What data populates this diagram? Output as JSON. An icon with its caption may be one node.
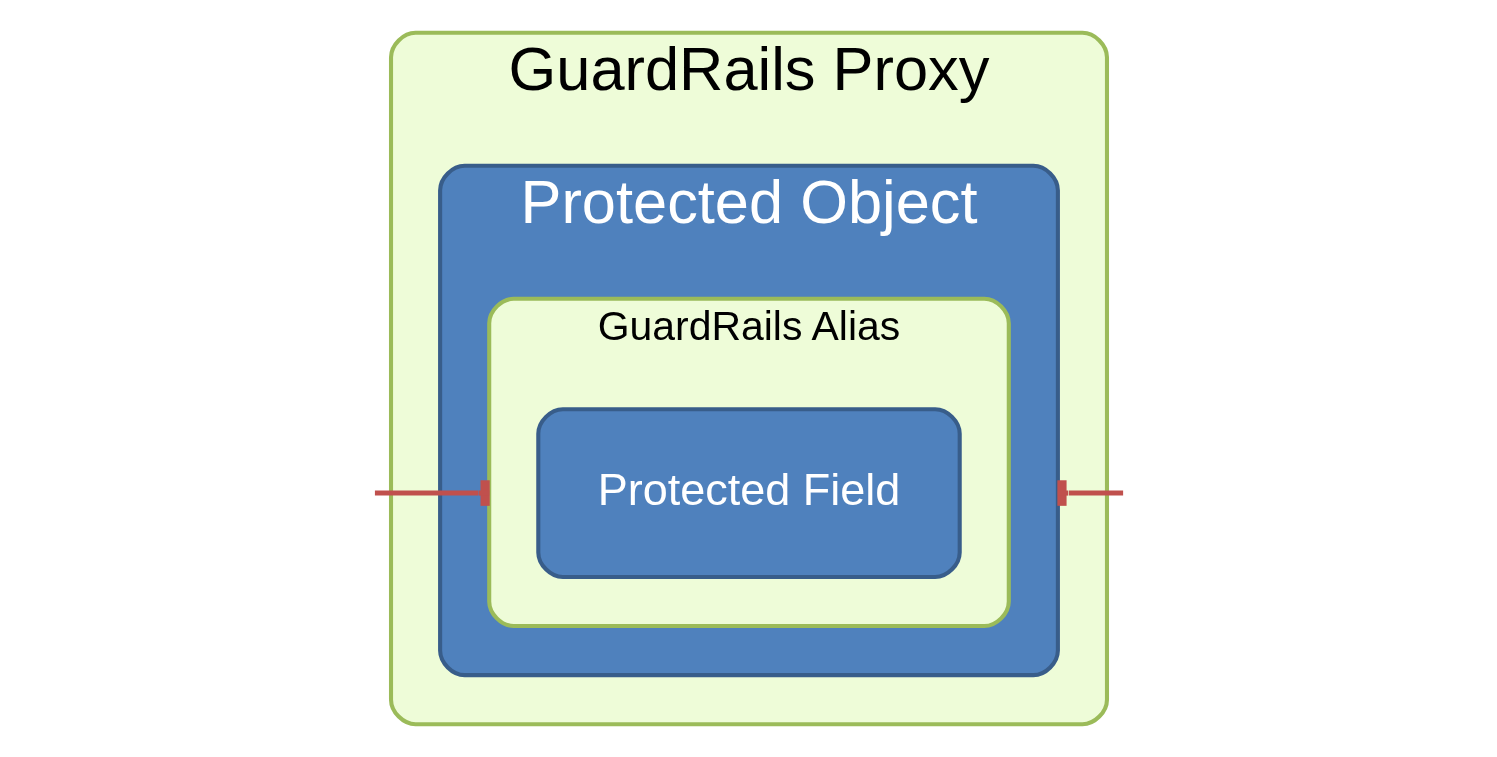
{
  "diagram": {
    "nodes": [
      {
        "text": [
          "GuardRails Proxy"
        ]
      },
      {
        "text": [
          "Protected Object"
        ],
        "in": 0
      },
      {
        "text": [
          "GuardRails Alias"
        ],
        "in": 1
      },
      {
        "text": [
          "Protected Field"
        ],
        "in": 2
      }
    ],
    "edges": [
      {
        "from": null,
        "to": 2,
        "arrow": "other"
      },
      {
        "from": null,
        "to": 1,
        "arrow": "other"
      }
    ]
  }
}
